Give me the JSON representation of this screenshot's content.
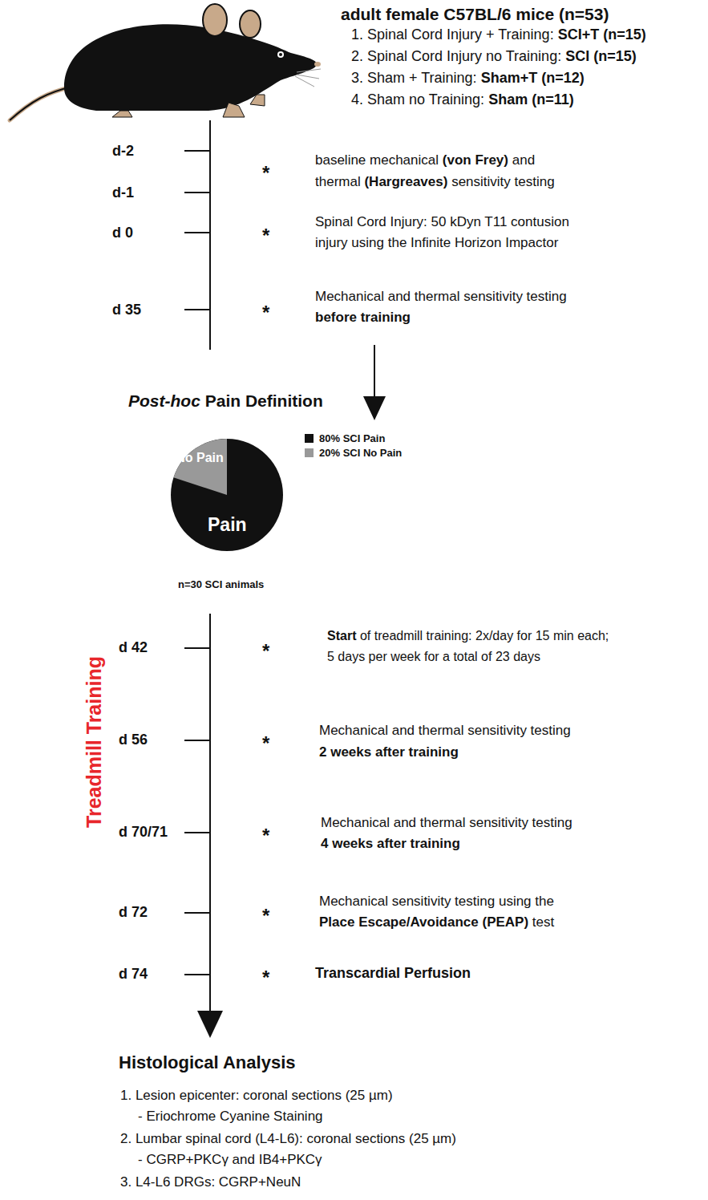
{
  "diagram": {
    "title": "adult female C57BL/6 mice (n=53)",
    "nodes": [
      {
        "text": [
          "No Pain",
          "Pain"
        ]
      }
    ],
    "labels": [
      "1. Spinal Cord Injury + Training:",
      "SCI+T (n=15)",
      "2. Spinal Cord Injury no Training:",
      "SCI (n=15)",
      "3. Sham + Training:",
      "Sham+T (n=12)",
      "4. Sham no Training:",
      "Sham (n=11)",
      "d-2",
      "d-1",
      "d 0",
      "d 35",
      "*",
      "*",
      "*",
      "baseline mechanical",
      "(von Frey)",
      "and",
      "thermal",
      "(Hargreaves)",
      "sensitivity testing",
      "Spinal Cord Injury: 50 kDyn T11 contusion",
      "injury using the Infinite Horizon Impactor",
      "Mechanical and thermal sensitivity testing",
      "before training",
      "Post-hoc",
      "Pain Definition",
      "n=30 SCI animals",
      "Treadmill Training",
      "d 42",
      "*",
      "Start",
      "of treadmill training: 2x/day for 15 min each;",
      "5 days per week for a total of 23 days",
      "d 56",
      "*",
      "Mechanical and thermal sensitivity testing",
      "2 weeks after training",
      "d 70/71",
      "*",
      "Mechanical and thermal sensitivity testing",
      "4 weeks after training",
      "d 72",
      "*",
      "Mechanical sensitivity testing using the",
      "Place Escape/Avoidance (PEAP)",
      "test",
      "d 74",
      "*",
      "Transcardial Perfusion",
      "Histological Analysis",
      "1. Lesion epicenter: coronal sections (25 µm)",
      "- Eriochrome Cyanine Staining",
      "2. Lumbar spinal cord (L4-L6): coronal sections (25 µm)",
      "- CGRP+PKCγ and IB4+PKCγ",
      "3. L4-L6 DRGs: CGRP+NeuN"
    ],
    "legend": [
      {
        "text": "80% SCI Pain",
        "color": "#111111"
      },
      {
        "text": "20% SCI No Pain",
        "color": "#999999"
      }
    ]
  }
}
